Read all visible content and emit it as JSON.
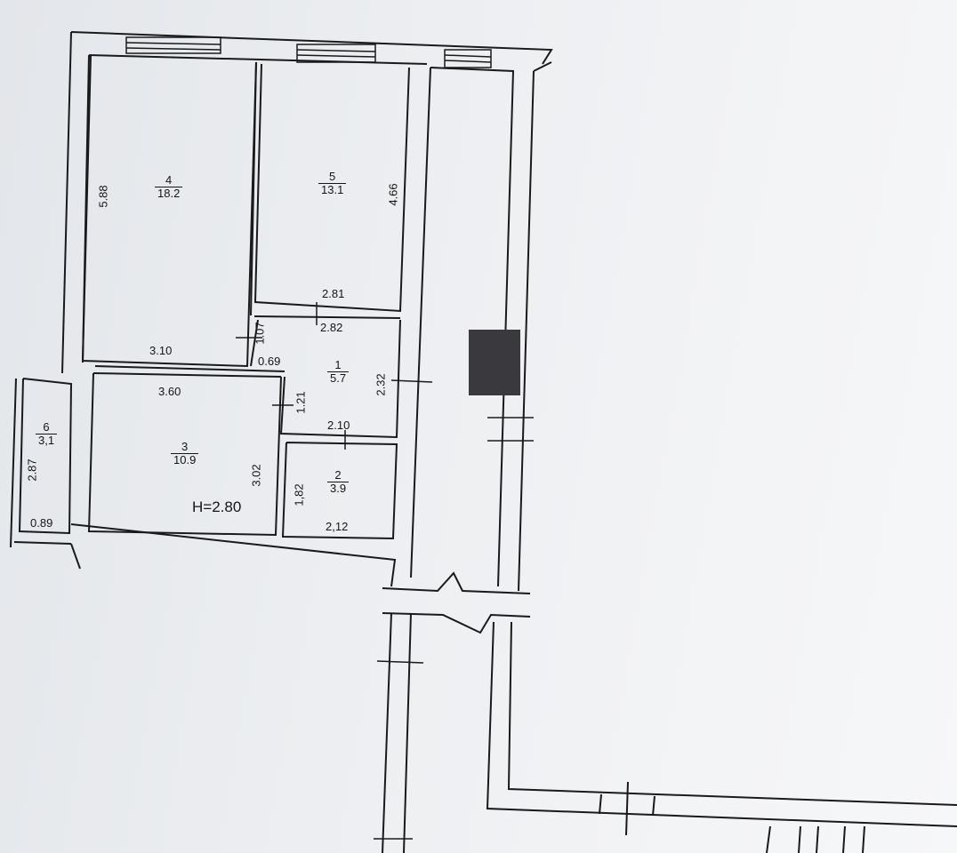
{
  "plan": {
    "height_note": "H=2.80",
    "rooms": [
      {
        "id": "1",
        "area": "5.7"
      },
      {
        "id": "2",
        "area": "3.9"
      },
      {
        "id": "3",
        "area": "10.9"
      },
      {
        "id": "4",
        "area": "18.2"
      },
      {
        "id": "5",
        "area": "13.1"
      },
      {
        "id": "6",
        "area": "3,1"
      }
    ],
    "dims": {
      "r4_height": "5.88",
      "r4_width": "3.10",
      "r5_height": "4.66",
      "r5_width": "2.81",
      "r1_top": "2.82",
      "r1_left_h": "1.07",
      "r1_left_w": "0.69",
      "r1_height": "2.32",
      "r1_inner_h": "1.21",
      "r1_bottom": "2.10",
      "r3_width": "3.60",
      "r3_height": "3.02",
      "r2_height": "1,82",
      "r2_width": "2,12",
      "r6_height": "2.87",
      "r6_width": "0.89"
    }
  },
  "colors": {
    "wall": "#1a1a1a",
    "paper": "#eceef1",
    "redaction": "#3a3a3e"
  }
}
